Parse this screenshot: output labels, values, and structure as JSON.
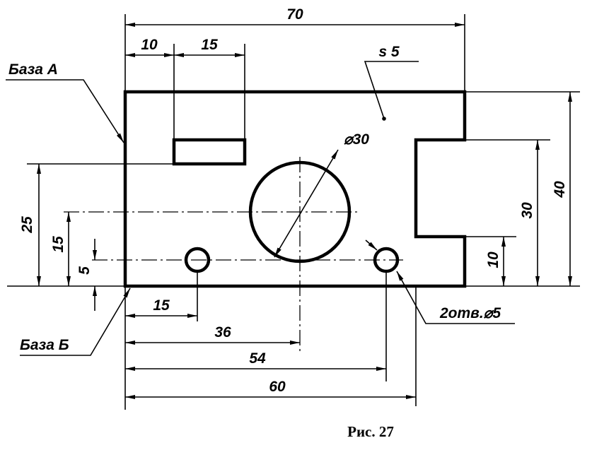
{
  "figure": {
    "caption": "Рис. 27",
    "datum_a_label": "База А",
    "datum_b_label": "База Б",
    "thickness_note": "s 5",
    "hole_diameter_label": "⌀30",
    "small_holes_label": "2отв.⌀5"
  },
  "dimensions": {
    "overall_width": "70",
    "overall_height": "40",
    "slot_offset": "10",
    "slot_width": "15",
    "notch_height": "30",
    "notch_bottom": "10",
    "height_25": "25",
    "height_15": "15",
    "height_5": "5",
    "hole1_x": "15",
    "hole_center_x": "36",
    "hole2_x": "54",
    "notch_x": "60"
  }
}
